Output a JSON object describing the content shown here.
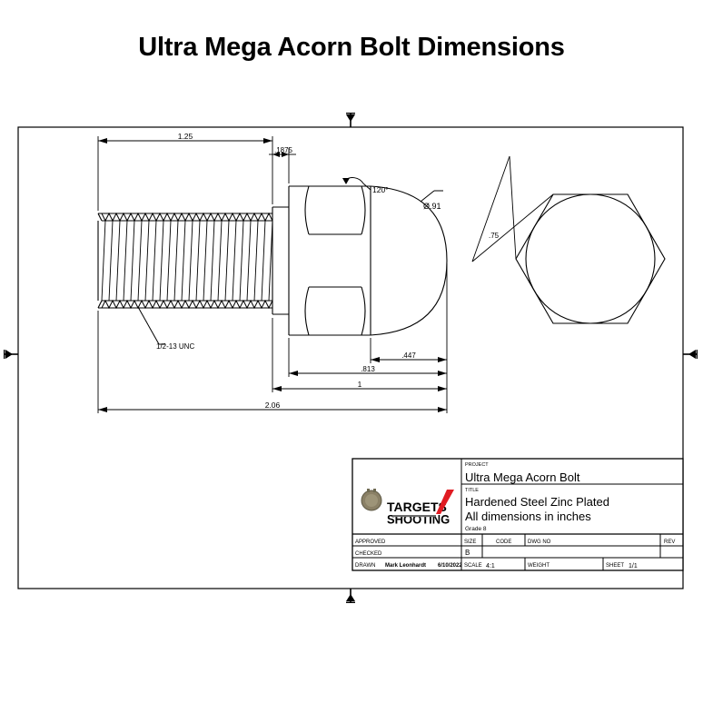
{
  "drawing": {
    "title": "Ultra Mega  Acorn Bolt Dimensions"
  },
  "dimensions": {
    "thread_length": "1.25",
    "washer_face": ".1875",
    "angle_chamfer": "120°",
    "dome_diameter": "Ø.91",
    "across_flats": ".75",
    "dome_height": ".447",
    "head_height": ".813",
    "head_plus_dome": "1",
    "overall_length": "2.06",
    "thread_spec": "1/2-13 UNC"
  },
  "title_block": {
    "project_label": "PROJECT",
    "project_value": "Ultra Mega Acorn Bolt",
    "title_label": "TITLE",
    "title_line1": "Hardened Steel Zinc Plated",
    "title_line2": "All dimensions in inches",
    "grade": "Grade 8",
    "approved_label": "APPROVED",
    "approved_value": "",
    "checked_label": "CHECKED",
    "checked_value": "",
    "drawn_label": "DRAWN",
    "drawn_by": "Mark Leonhardt",
    "drawn_date": "6/10/2022",
    "size_label": "SIZE",
    "size_value": "B",
    "code_label": "CODE",
    "code_value": "",
    "dwg_no_label": "DWG NO",
    "dwg_no_value": "",
    "rev_label": "REV",
    "rev_value": "",
    "scale_label": "SCALE",
    "scale_value": "4:1",
    "weight_label": "WEIGHT",
    "weight_value": "",
    "sheet_label": "SHEET",
    "sheet_value": "1/1"
  },
  "logo": {
    "line1": "SHOOTING",
    "line2": "TARGETS",
    "tagline": "",
    "blue": "#1b3c9b",
    "red": "#e01b22"
  },
  "colors": {
    "line": "#000000",
    "background": "#ffffff",
    "title_text": "#000000"
  }
}
